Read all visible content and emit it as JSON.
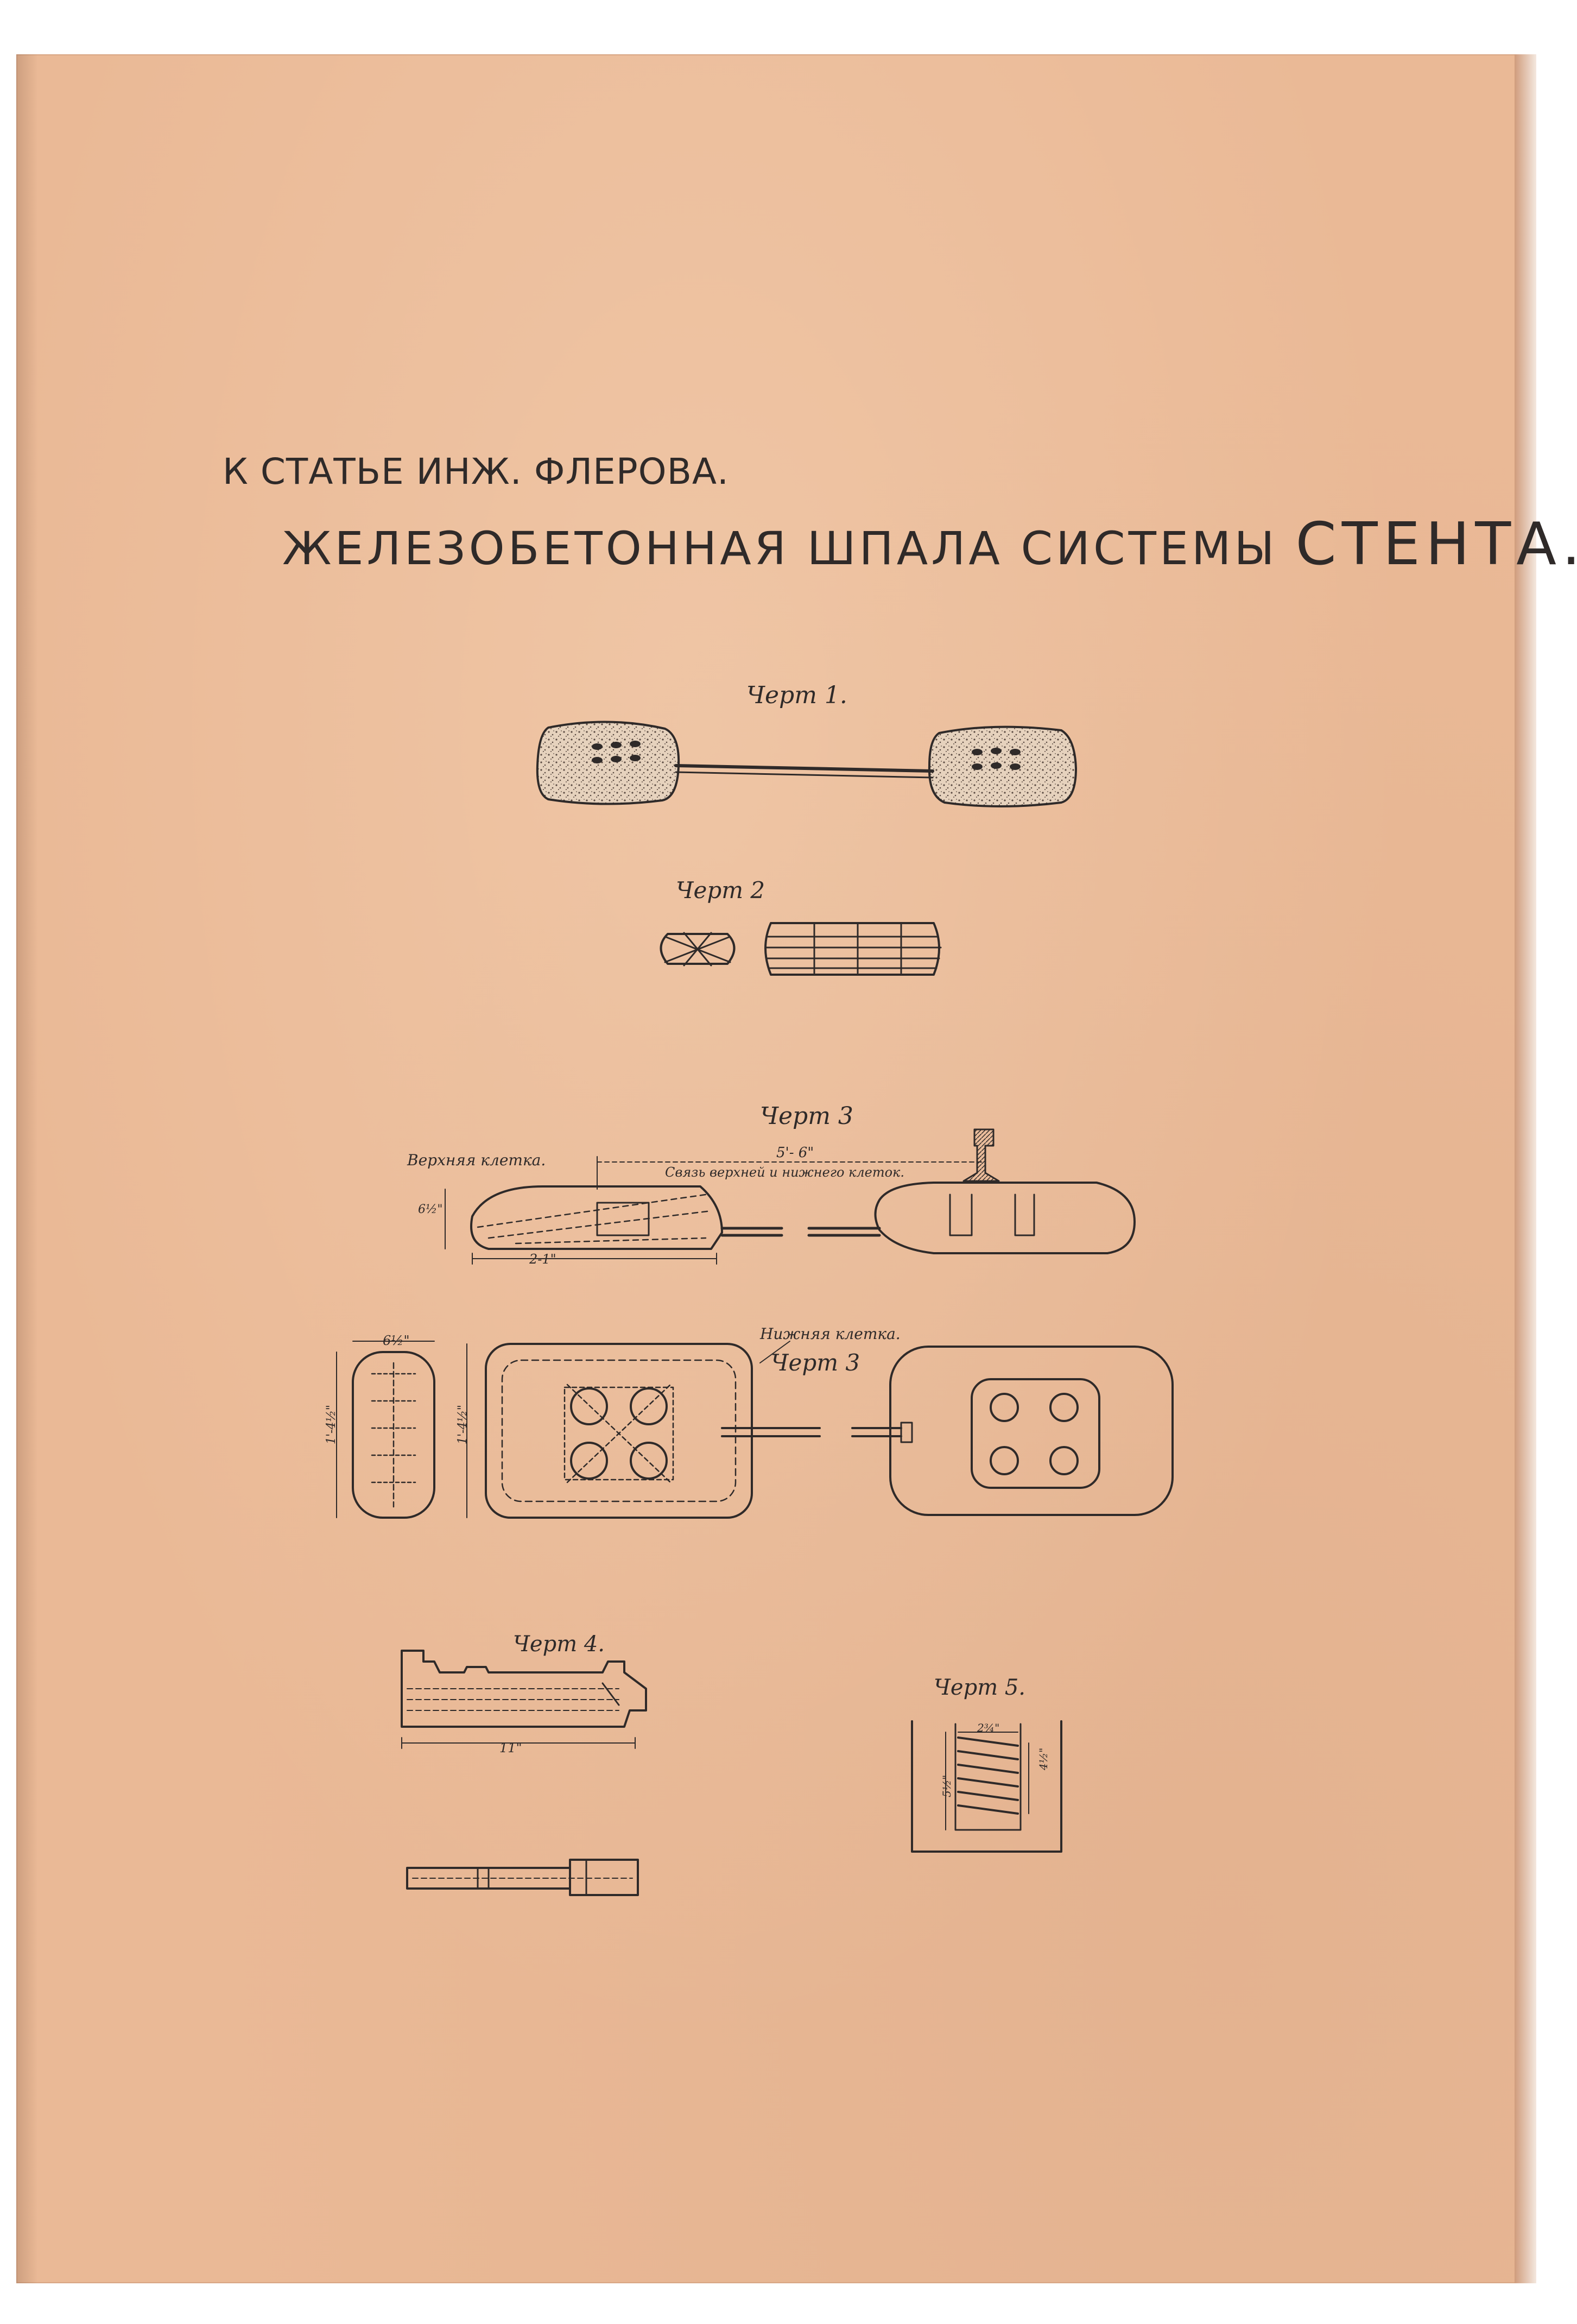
{
  "document": {
    "heading": "К СТАТЬЕ ИНЖ. ФЛЕРОВА.",
    "title_part1": "ЖЕЛЕЗОБЕТОННАЯ ШПАЛА СИСТЕМЫ",
    "title_part2": "СТЕНТА."
  },
  "figures": {
    "fig1": {
      "caption": "Черт 1."
    },
    "fig2": {
      "caption": "Черт 2"
    },
    "fig3_side": {
      "caption": "Черт 3",
      "label_upper_cage": "Верхняя клетка.",
      "label_connection": "Связь верхней и нижнего клеток.",
      "dim_span": "5'- 6\"",
      "dim_height": "6½\"",
      "dim_length": "2-1\""
    },
    "fig3_plan": {
      "caption": "Черт 3",
      "label_lower_cage": "Нижняя клетка.",
      "dim_end_width": "6½\"",
      "dim_end_height": "1'-4½\"",
      "dim_block_height": "1'-4½\""
    },
    "fig4": {
      "caption": "Черт 4.",
      "dim_length": "11\""
    },
    "fig5": {
      "caption": "Черт 5.",
      "dim_top": "2¾\"",
      "dim_left": "5½\"",
      "dim_right": "4½\""
    }
  },
  "colors": {
    "paper": "#eab996",
    "ink": "#2f2a29"
  }
}
